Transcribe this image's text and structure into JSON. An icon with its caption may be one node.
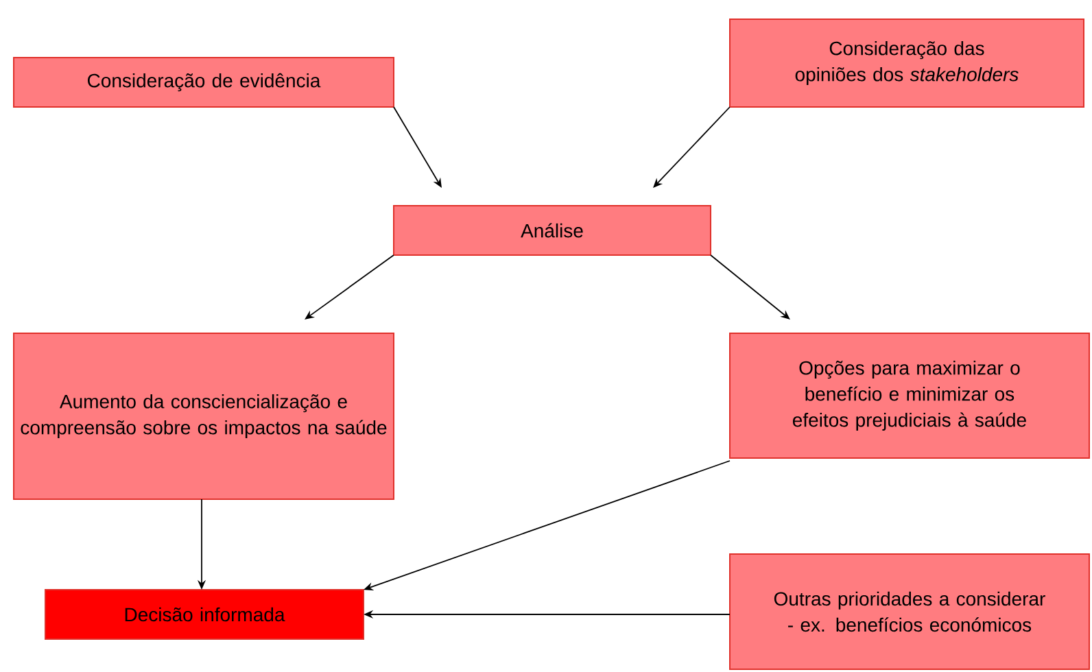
{
  "diagram": {
    "nodes": [
      {
        "text": [
          "Consideração de evidência"
        ]
      },
      {
        "text": [
          "Consideração das opiniões dos *stakeholders*"
        ]
      },
      {
        "text": [
          "Análise"
        ]
      },
      {
        "text": [
          "Aumento da consciencialização e compreensão sobre os impactos na saúde"
        ]
      },
      {
        "text": [
          "Opções para maximizar o benefício e minimizar os efeitos prejudiciais à saúde"
        ]
      },
      {
        "text": [
          "Decisão informada"
        ]
      },
      {
        "text": [
          "Outras prioridades a considerar - ex. benefícios económicos"
        ]
      }
    ],
    "edges": [
      {
        "from": 0,
        "to": 2,
        "arrow": "to"
      },
      {
        "from": 1,
        "to": 2,
        "arrow": "to"
      },
      {
        "from": 2,
        "to": 3,
        "arrow": "to"
      },
      {
        "from": 2,
        "to": 4,
        "arrow": "to"
      },
      {
        "from": 3,
        "to": 5,
        "arrow": "to"
      },
      {
        "from": 4,
        "to": 5,
        "arrow": "to"
      },
      {
        "from": 6,
        "to": 5,
        "arrow": "to"
      }
    ]
  }
}
